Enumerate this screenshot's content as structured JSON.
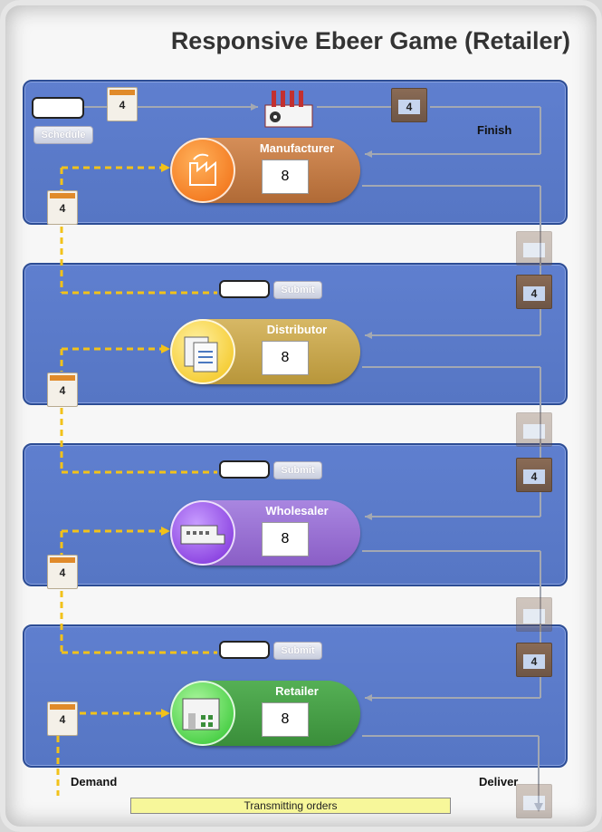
{
  "title": "Responsive Ebeer Game (Retailer)",
  "schedule_label": "Schedule",
  "finish_label": "Finish",
  "demand_label": "Demand",
  "deliver_label": "Deliver",
  "transmitting_label": "Transmitting orders",
  "submit_label": "Submit",
  "top_order_card": "4",
  "top_shipment_box": "4",
  "stages": [
    {
      "name": "Manufacturer",
      "inventory": "8",
      "order_card": "4",
      "shipment": "4",
      "color": "#c47840"
    },
    {
      "name": "Distributor",
      "inventory": "8",
      "order_card": "4",
      "shipment": "4",
      "color": "#c8a84a"
    },
    {
      "name": "Wholesaler",
      "inventory": "8",
      "order_card": "4",
      "shipment": "4",
      "color": "#9a6fd0"
    },
    {
      "name": "Retailer",
      "inventory": "8",
      "order_card": "4",
      "color": "#3f9a3f"
    }
  ],
  "colors": {
    "panel": "#5a7ac8",
    "order_line": "#f2c21a",
    "flow_line": "#9aa0aa"
  }
}
